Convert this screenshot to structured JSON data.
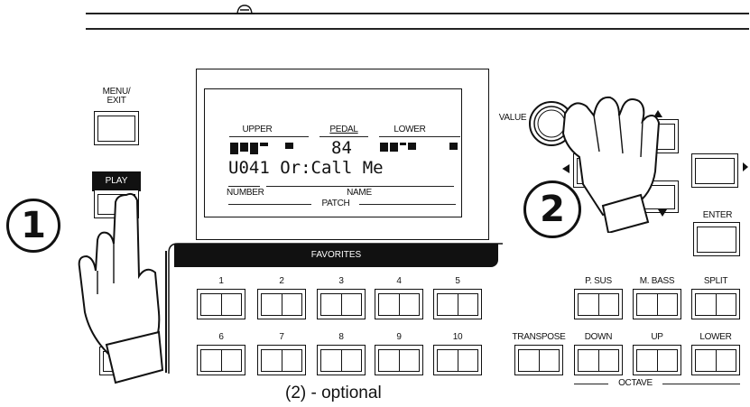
{
  "menu_exit_label": "MENU/\nEXIT",
  "play_label": "PLAY",
  "value_label": "VALUE",
  "enter_label": "ENTER",
  "lcd": {
    "upper": "UPPER",
    "pedal": "PEDAL",
    "lower": "LOWER",
    "pedal_value": "84",
    "patch_line": "U041 Or:Call Me",
    "number": "NUMBER",
    "name": "NAME",
    "patch": "PATCH"
  },
  "favorites": {
    "title": "FAVORITES",
    "row1": [
      "1",
      "2",
      "3",
      "4",
      "5"
    ],
    "row2": [
      "6",
      "7",
      "8",
      "9",
      "10"
    ]
  },
  "right_row1": [
    "P. SUS",
    "M. BASS",
    "SPLIT"
  ],
  "right_row2": [
    "TRANSPOSE",
    "DOWN",
    "UP",
    "LOWER"
  ],
  "octave_label": "OCTAVE",
  "step1": "1",
  "step2": "2",
  "caption": "(2) - optional",
  "colors": {
    "ink": "#111111",
    "background": "#ffffff"
  }
}
